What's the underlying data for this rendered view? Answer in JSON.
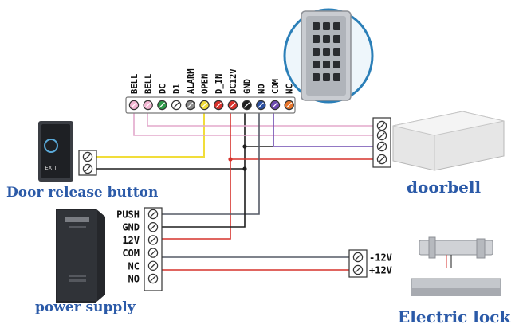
{
  "colors": {
    "yellow": "#f1dd3a",
    "pink": "#e3a8cc",
    "red": "#d6322c",
    "black": "#1e1e1e",
    "gray": "#555a66",
    "purple": "#6e4bb0",
    "label_blue": "#2b5aa8"
  },
  "keypad_terminals": [
    {
      "label": "BELL",
      "color": "#f3b6d2"
    },
    {
      "label": "BELL",
      "color": "#f3b6d2"
    },
    {
      "label": "DC",
      "color": "#2f9b4a"
    },
    {
      "label": "D1",
      "color": "#ffffff"
    },
    {
      "label": "ALARM",
      "color": "#8a8a8a"
    },
    {
      "label": "OPEN",
      "color": "#f1dd3a"
    },
    {
      "label": "D_IN",
      "color": "#d9322c"
    },
    {
      "label": "DC12V",
      "color": "#d9322c"
    },
    {
      "label": "GND",
      "color": "#1e1e1e"
    },
    {
      "label": "NO",
      "color": "#2b4fa0"
    },
    {
      "label": "COM",
      "color": "#6e4bb0"
    },
    {
      "label": "NC",
      "color": "#e8752a"
    }
  ],
  "door_button": {
    "label": "Door release button",
    "button_text": "EXIT"
  },
  "doorbell": {
    "label": "doorbell"
  },
  "power_supply": {
    "label": "power supply",
    "terminals": [
      "PUSH",
      "GND",
      "12V",
      "COM",
      "NC",
      "NO"
    ]
  },
  "electric_lock": {
    "label": "Electric lock",
    "terminals": [
      "-12V",
      "+12V"
    ]
  },
  "icons": [
    "keypad-icon",
    "exit-button-icon",
    "doorbell-icon",
    "power-supply-icon",
    "strike-lock-icon",
    "magnetic-lock-icon"
  ]
}
